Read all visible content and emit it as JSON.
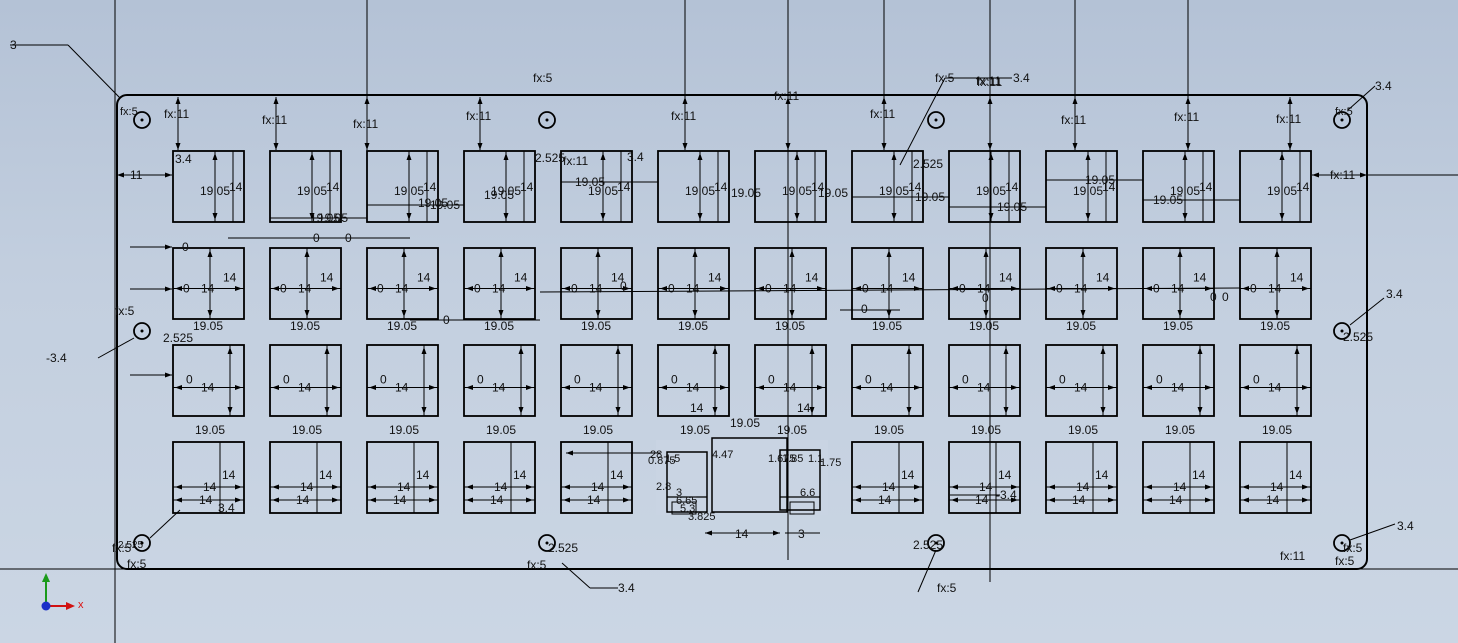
{
  "app": {
    "title": "Sketch viewport",
    "view": "sketch"
  },
  "colors": {
    "background_top": "#b4c2d6",
    "background_bottom": "#cbd6e4",
    "geometry": "#000000",
    "dimension": "#111111",
    "axis_x": "#d11111",
    "axis_y": "#1a9a1a",
    "origin": "#1a2fc8"
  },
  "sketch": {
    "key_cutout_size": "14",
    "key_pitch": "19.05",
    "zero_offset": "0",
    "mount_hole_label": "fx:5",
    "board_offset_label": "fx:11",
    "hole_offset_label": "2.525",
    "hole_diameter_label": "3.4",
    "corner_label": "3",
    "neg_hole_label": "-3.4",
    "edge_label": "11",
    "usb_dims": [
      "28",
      "0.875",
      "1.5",
      "4.47",
      "1.675",
      "1.85",
      "1.75",
      "2.8",
      "6.65",
      "5.3",
      "3.825",
      "3",
      "6.6",
      "1.1"
    ],
    "bottom_dim_a": "14",
    "bottom_dim_b": "3"
  },
  "axes": {
    "x_label": "x",
    "icons": [
      "x-axis-arrow-icon",
      "y-axis-arrow-icon",
      "origin-point-icon"
    ]
  }
}
